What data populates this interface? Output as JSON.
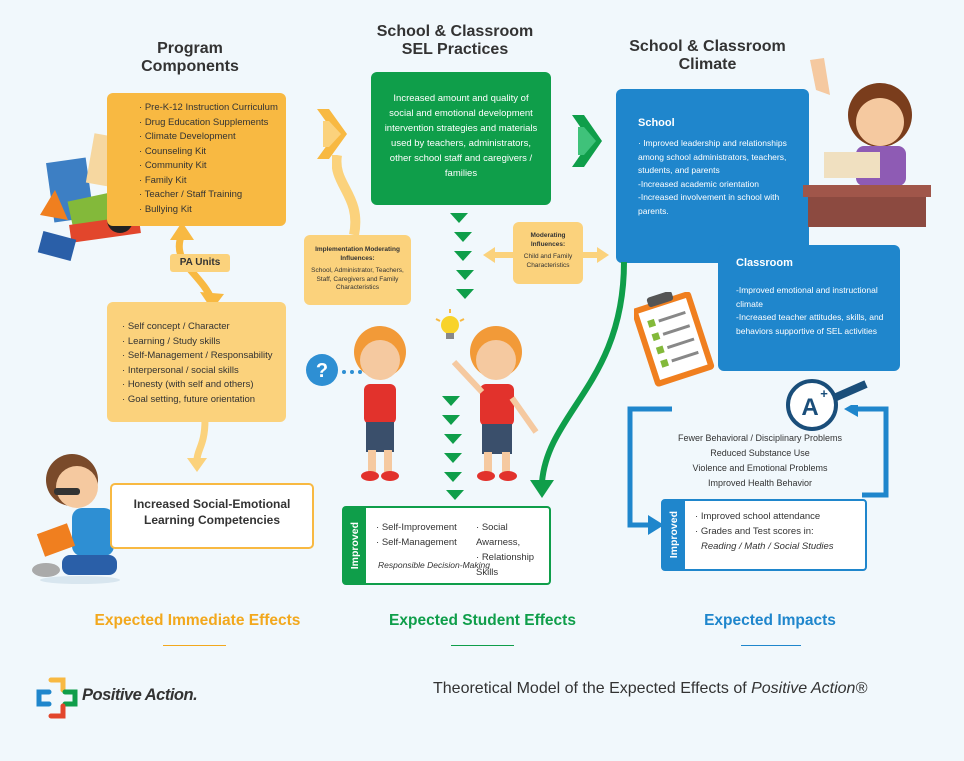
{
  "headers": {
    "program_components": "Program Components",
    "sel_practices": "School & Classroom SEL Practices",
    "climate": "School & Classroom Climate"
  },
  "program_components": [
    "Pre-K-12 Instruction Curriculum",
    "Drug Education Supplements",
    "Climate Development",
    "Counseling Kit",
    "Community Kit",
    "Family Kit",
    "Teacher / Staff Training",
    "Bullying Kit"
  ],
  "pa_units": "PA Units",
  "units_list": [
    "Self concept / Character",
    "Learning / Study skills",
    "Self-Management / Responsability",
    "Interpersonal / social skills",
    "Honesty (with self and others)",
    "Goal setting, future orientation"
  ],
  "sel_competencies": "Increased Social-Emotional Learning Competencies",
  "sel_practices_text": "Increased amount and quality of social and emotional development intervention strategies and materials used by teachers, administrators, other school staff and caregivers / families",
  "implementation_influences": {
    "title": "Implementation Moderating Influences:",
    "text": "School, Administrator, Teachers, Staff, Caregivers and Family Characteristics"
  },
  "moderating_influences": {
    "title": "Moderating Influences:",
    "text": "Child and Family Characteristics"
  },
  "school": {
    "title": "School",
    "items": [
      "· Improved leadership and relationships among school administrators, teachers, students, and parents",
      "-Increased academic orientation",
      "-Increased involvement in school with parents."
    ]
  },
  "classroom": {
    "title": "Classroom",
    "items": [
      "-Improved emotional and instructional climate",
      "-Increased teacher attitudes, skills, and behaviors supportive of SEL activities"
    ]
  },
  "student_improved": {
    "tab": "Improved",
    "col1": [
      "Self-Improvement",
      "Self-Management"
    ],
    "col2": [
      "Social Awarness,",
      "Relationship Skills"
    ],
    "footer": "Responsible Decision-Making"
  },
  "impacts_list": [
    "Fewer Behavioral / Disciplinary Problems",
    "Reduced Substance Use",
    "Violence and Emotional Problems",
    "Improved Health Behavior"
  ],
  "impacts_improved": {
    "tab": "Improved",
    "items": [
      "Improved school attendance",
      "Grades and Test scores in:"
    ],
    "subjects": "Reading / Math / Social Studies"
  },
  "effects": {
    "immediate": "Expected Immediate Effects",
    "student": "Expected Student Effects",
    "impacts": "Expected Impacts"
  },
  "logo_text": "Positive Action.",
  "footer_title_prefix": "Theoretical Model of the Expected Effects of ",
  "footer_title_brand": "Positive Action®",
  "colors": {
    "yellow": "#f8b942",
    "yellow_light": "#fbd27c",
    "green": "#0f9e4a",
    "blue": "#1f86cc",
    "effect_yellow": "#f2a81d",
    "effect_green": "#0f9e4a",
    "effect_blue": "#1f86cc"
  },
  "icons": [
    "books-icon",
    "kid-reading-icon",
    "question-icon",
    "lightbulb-icon",
    "boy-thinking-icon",
    "boy-pointing-icon",
    "teacher-icon",
    "clipboard-icon",
    "a-plus-magnifier-icon",
    "positive-action-logo-icon"
  ]
}
